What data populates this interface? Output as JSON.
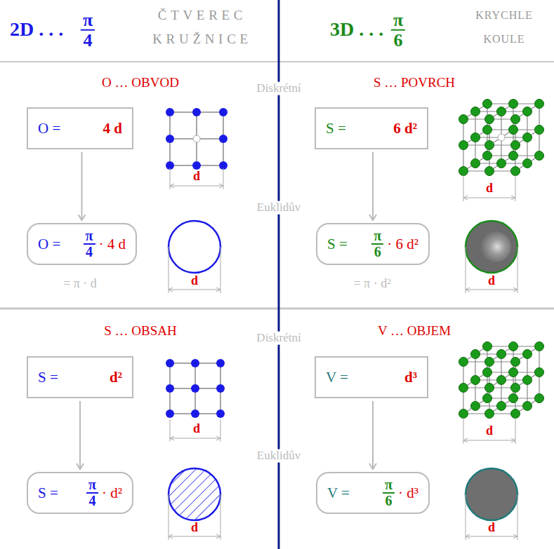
{
  "diagram": {
    "nodes": [
      {
        "text": [
          "O =",
          "4 d"
        ]
      },
      {
        "text": [
          "S =",
          "6 d²"
        ]
      },
      {
        "text": [
          "O =",
          "π",
          "4",
          "· 4 d"
        ]
      },
      {
        "text": [
          "S =",
          "π",
          "6",
          "· 6 d²"
        ]
      },
      {
        "text": [
          "S =",
          "d²"
        ]
      },
      {
        "text": [
          "V =",
          "d³"
        ]
      },
      {
        "text": [
          "S =",
          "π",
          "4",
          "· d²"
        ]
      },
      {
        "text": [
          "V =",
          "π",
          "6",
          "· d³"
        ]
      }
    ],
    "edges": [
      {
        "from": 0,
        "to": 2,
        "arrow": "to"
      },
      {
        "from": 1,
        "to": 3,
        "arrow": "to"
      },
      {
        "from": 4,
        "to": 6,
        "arrow": "to"
      },
      {
        "from": 5,
        "to": 7,
        "arrow": "to"
      }
    ],
    "labels": [
      "2D . . .",
      "π",
      "4",
      "ČTVEREC",
      "KRUŽNICE",
      "3D . . .",
      "π",
      "6",
      "KRYCHLE",
      "KOULE",
      "O … OBVOD",
      "Diskrétní",
      "S … POVRCH",
      "d",
      "d",
      "Euklidův",
      "= π · d",
      "d",
      "= π · d²",
      "d",
      "S … OBSAH",
      "Diskrétní",
      "V … OBJEM",
      "d",
      "d",
      "Euklidův",
      "d",
      "d"
    ]
  }
}
